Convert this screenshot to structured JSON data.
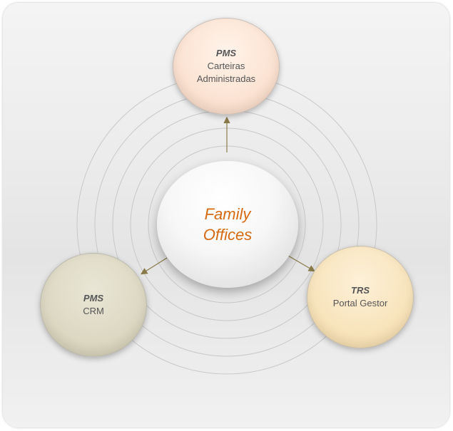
{
  "diagram": {
    "center": {
      "line1": "Family",
      "line2": "Offices"
    },
    "nodes": {
      "top": {
        "acronym": "PMS",
        "line1": "Carteiras",
        "line2": "Administradas"
      },
      "left": {
        "acronym": "PMS",
        "line1": "CRM"
      },
      "right": {
        "acronym": "TRS",
        "line1": "Portal Gestor"
      }
    }
  },
  "colors": {
    "center_text": "#d66a12",
    "arrow": "#8a7a4a",
    "top_node_fill": "#fce4d4",
    "left_node_fill": "#dcd8c2",
    "right_node_fill": "#f8e4bc"
  }
}
